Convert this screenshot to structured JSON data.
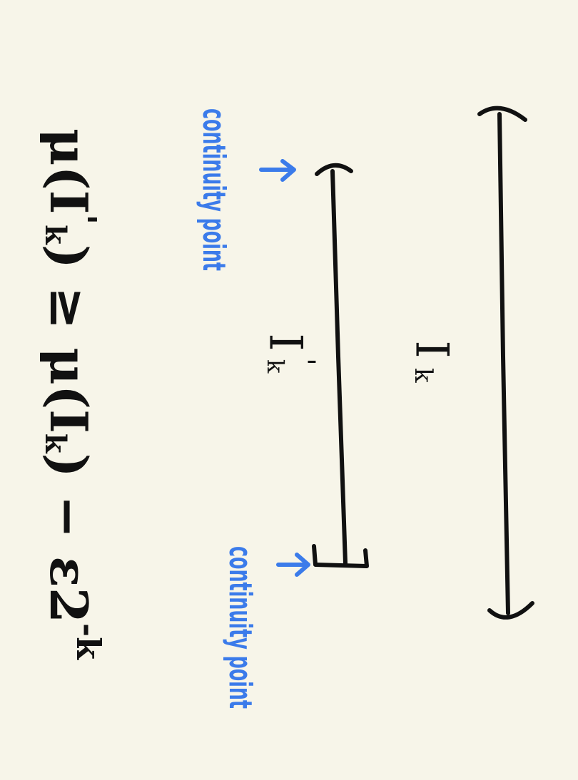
{
  "colors": {
    "background": "#f7f5e9",
    "ink": "#111111",
    "annotation": "#3b7bea"
  },
  "labels": {
    "outer_interval": "I",
    "outer_interval_sub": "k",
    "inner_interval": "I",
    "inner_interval_prime": "'",
    "inner_interval_sub": "k",
    "top_note": "continuity point",
    "bottom_note": "continuity point"
  },
  "equation": {
    "lhs": "μ(I",
    "lhs_prime": "'",
    "lhs_sub": "k",
    "relation": ") ≥ μ(I",
    "rhs_sub": "k",
    "rhs_tail": ") − ε2",
    "exponent": "-k"
  }
}
